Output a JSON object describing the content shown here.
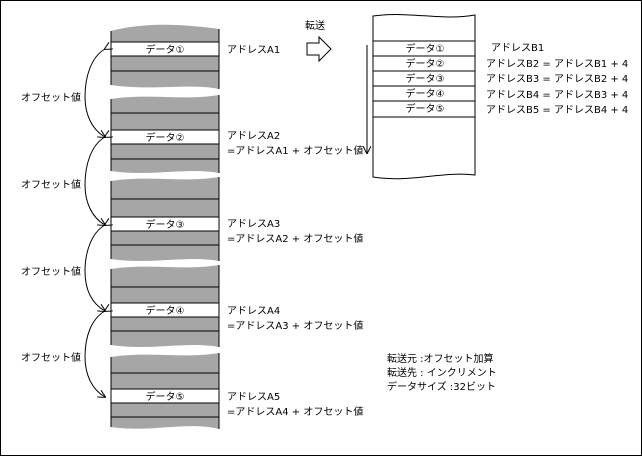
{
  "source_column": {
    "data_labels": [
      "データ①",
      "データ②",
      "データ③",
      "データ④",
      "データ⑤"
    ],
    "address_labels": [
      {
        "line1": "アドレスA1",
        "line2": ""
      },
      {
        "line1": "アドレスA2",
        "line2": "=アドレスA1 + オフセット値"
      },
      {
        "line1": "アドレスA3",
        "line2": "=アドレスA2 + オフセット値"
      },
      {
        "line1": "アドレスA4",
        "line2": "=アドレスA3 + オフセット値"
      },
      {
        "line1": "アドレスA5",
        "line2": "=アドレスA4 + オフセット値"
      }
    ],
    "offset_labels": [
      "オフセット値",
      "オフセット値",
      "オフセット値",
      "オフセット値"
    ]
  },
  "transfer_label": "転送",
  "dest_column": {
    "data_labels": [
      "データ①",
      "データ②",
      "データ③",
      "データ④",
      "データ⑤"
    ],
    "address_labels": [
      "アドレスB1",
      "アドレスB2 = アドレスB1 + 4",
      "アドレスB3 = アドレスB2 + 4",
      "アドレスB4 = アドレスB3 + 4",
      "アドレスB5 = アドレスB4 + 4"
    ]
  },
  "legend": [
    "転送元 :オフセット加算",
    "転送先 : インクリメント",
    "データサイズ :32ビット"
  ],
  "colors": {
    "band": "#a6a6a6",
    "line": "#000000"
  }
}
